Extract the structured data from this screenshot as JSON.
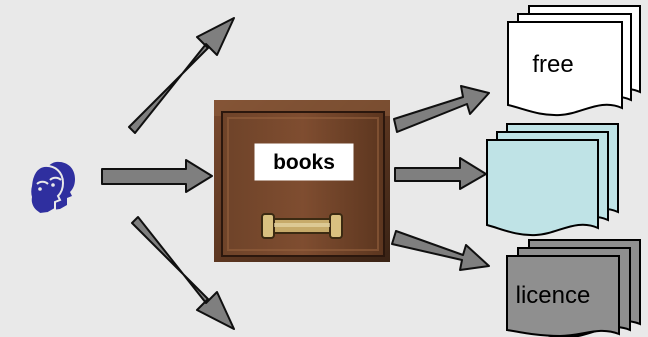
{
  "diagram": {
    "drawer_label": "books",
    "doc_free_label": "free",
    "doc_middle_label": "",
    "doc_licence_label": "licence"
  },
  "colors": {
    "background": "#e9e9e9",
    "arrow_fill": "#7f7f7f",
    "arrow_stroke": "#101010",
    "people_icon": "#2f2f9f",
    "doc_free_fill": "#ffffff",
    "doc_middle_fill": "#bfe3e6",
    "doc_licence_fill": "#8f8f8f",
    "drawer_wood": "#6b3f27",
    "drawer_label_bg": "#ffffff"
  },
  "icons": {
    "people": "people-icon",
    "drawer": "drawer-icon",
    "doc_stack": "document-stack-icon"
  }
}
